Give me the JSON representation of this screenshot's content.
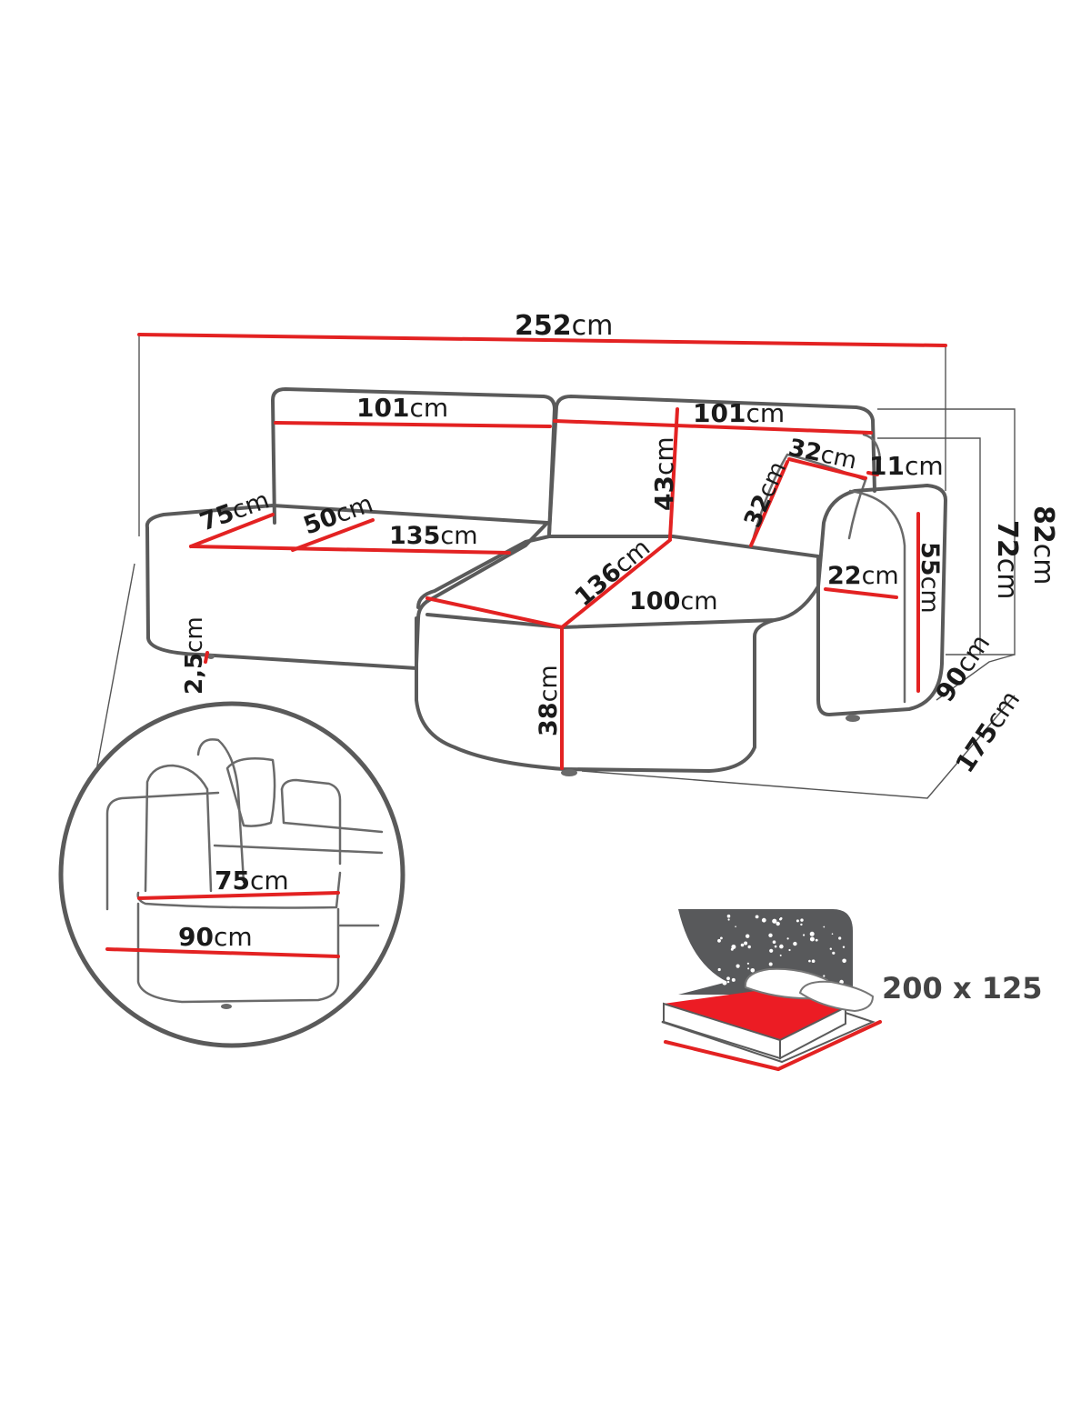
{
  "colors": {
    "dimension_line": "#e32222",
    "outline": "#5a5a5a",
    "guide": "#555555",
    "text": "#1a1a1a",
    "mattress": "#ec1c24",
    "headboard": "#58595b"
  },
  "unit": "cm",
  "dimensions": {
    "total_width": "252",
    "back_cushion_left": "101",
    "back_cushion_right": "101",
    "pillow_width": "32",
    "pillow_height": "32",
    "armrest_top": "11",
    "total_height": "82",
    "back_height": "72",
    "seat_depth": "75",
    "seat_mid": "50",
    "seat_width": "135",
    "backrest_height": "43",
    "chaise_length": "136",
    "chaise_width": "100",
    "armrest_width": "22",
    "armrest_height": "55",
    "seat_height": "38",
    "leg_height": "2,5",
    "depth": "90",
    "chaise_depth": "175",
    "detail_seat_depth": "75",
    "detail_depth": "90"
  },
  "bed": {
    "size_label": "200 x 125",
    "icon": "bed-icon"
  }
}
